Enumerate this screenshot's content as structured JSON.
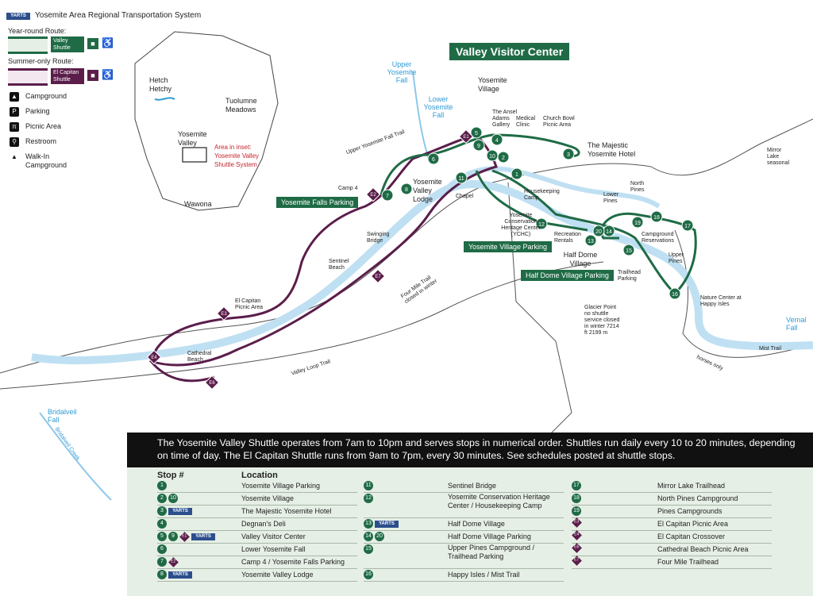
{
  "header": {
    "yarts_logo": "YARTS",
    "title": "Yosemite Area Regional Transportation System"
  },
  "legend": {
    "year_round_label": "Year-round Route:",
    "year_round_line1": "Valley",
    "year_round_line2": "Shuttle",
    "summer_label": "Summer-only Route:",
    "summer_line1": "El Capitan",
    "summer_line2": "Shuttle",
    "items": [
      {
        "icon": "campground-icon",
        "glyph": "▲",
        "label": "Campground"
      },
      {
        "icon": "parking-icon",
        "glyph": "P",
        "label": "Parking"
      },
      {
        "icon": "picnic-area-icon",
        "glyph": "π",
        "label": "Picnic Area"
      },
      {
        "icon": "restroom-icon",
        "glyph": "⚲",
        "label": "Restroom"
      },
      {
        "icon": "walk-in-campground-icon",
        "glyph": "▲",
        "label": "Walk-In Campground"
      }
    ]
  },
  "inset": {
    "hetch_hetchy": "Hetch Hetchy",
    "tuolumne": "Tuolumne Meadows",
    "yosemite_valley": "Yosemite Valley",
    "wawona": "Wawona",
    "note": "Area in inset: Yosemite Valley Shuttle System"
  },
  "map_labels": {
    "valley_visitor_center": "Valley Visitor Center",
    "yosemite_village": "Yosemite Village",
    "upper_yosemite_fall": "Upper Yosemite Fall",
    "lower_yosemite_fall": "Lower Yosemite Fall",
    "ansel_adams_gallery": "The Ansel Adams Gallery",
    "medical_clinic": "Medical Clinic",
    "church_bowl": "Church Bowl Picnic Area",
    "majestic_hotel": "The Majestic Yosemite Hotel",
    "mirror_lake": "Mirror Lake seasonal",
    "upper_fall_trail": "Upper Yosemite Fall Trail",
    "camp4": "Camp 4",
    "yosemite_valley_lodge": "Yosemite Valley Lodge",
    "yosemite_falls_parking": "Yosemite Falls Parking",
    "chapel": "Chapel",
    "housekeeping_camp": "Housekeeping Camp",
    "ychc": "Yosemite Conservation Heritage Center (YCHC)",
    "north_pines": "North Pines",
    "lower_pines": "Lower Pines",
    "campground_reservations": "Campground Reservations",
    "recreation_rentals": "Recreation Rentals",
    "half_dome_village": "Half Dome Village",
    "upper_pines": "Upper Pines",
    "trailhead_parking": "Trailhead Parking",
    "yosemite_village_parking": "Yosemite Village Parking",
    "half_dome_village_parking": "Half Dome Village Parking",
    "swinging_bridge": "Swinging Bridge",
    "sentinel_beach": "Sentinel Beach",
    "four_mile_trail": "Four Mile Trail closed in winter",
    "el_capitan_picnic": "El Capitan Picnic Area",
    "cathedral_beach": "Cathedral Beach",
    "valley_loop_trail": "Valley Loop Trail",
    "glacier_point": "Glacier Point no shuttle service closed in winter 7214 ft 2199 m",
    "nature_center": "Nature Center at Happy Isles",
    "vernal_fall": "Vernal Fall",
    "mist_trail": "Mist Trail",
    "horses_only": "horses only",
    "bridalveil_fall": "Bridalveil Fall",
    "bridalveil_creek": "Bridalveil Creek"
  },
  "banner": "The Yosemite Valley Shuttle operates from 7am to 10pm and serves stops in numerical order. Shuttles run daily every 10 to 20 minutes, depending on time of day. The El Capitan Shuttle runs from 9am to 7pm, every 30 minutes. See schedules posted at shuttle stops.",
  "table": {
    "col_stop": "Stop #",
    "col_location": "Location",
    "rows_col1": [
      {
        "stops": [
          "1"
        ],
        "location": "Yosemite Village Parking"
      },
      {
        "stops": [
          "2",
          "10"
        ],
        "location": "Yosemite Village"
      },
      {
        "stops": [
          "3",
          "YARTS"
        ],
        "location": "The Majestic Yosemite Hotel"
      },
      {
        "stops": [
          "4"
        ],
        "location": "Degnan's Deli"
      },
      {
        "stops": [
          "5",
          "9",
          "E1",
          "YARTS"
        ],
        "location": "Valley Visitor Center"
      },
      {
        "stops": [
          "6"
        ],
        "location": "Lower Yosemite Fall"
      },
      {
        "stops": [
          "7",
          "E2"
        ],
        "location": "Camp 4 / Yosemite Falls Parking"
      },
      {
        "stops": [
          "8",
          "YARTS"
        ],
        "location": "Yosemite Valley Lodge"
      }
    ],
    "rows_col2": [
      {
        "stops": [
          "11"
        ],
        "location": "Sentinel Bridge"
      },
      {
        "stops": [
          "12"
        ],
        "location": "Yosemite Conservation Heritage Center / Housekeeping Camp"
      },
      {
        "stops": [
          "13",
          "YARTS"
        ],
        "location": "Half Dome Village"
      },
      {
        "stops": [
          "14",
          "20"
        ],
        "location": "Half Dome Village Parking"
      },
      {
        "stops": [
          "15"
        ],
        "location": "Upper Pines Campground / Trailhead Parking"
      },
      {
        "stops": [
          "16"
        ],
        "location": "Happy Isles / Mist Trail"
      }
    ],
    "rows_col3": [
      {
        "stops": [
          "17"
        ],
        "location": "Mirror Lake Trailhead"
      },
      {
        "stops": [
          "18"
        ],
        "location": "North Pines Campground"
      },
      {
        "stops": [
          "19"
        ],
        "location": "Pines Campgrounds"
      },
      {
        "stops": [
          "E3"
        ],
        "location": "El Capitan Picnic Area"
      },
      {
        "stops": [
          "E4"
        ],
        "location": "El Capitan Crossover"
      },
      {
        "stops": [
          "E6"
        ],
        "location": "Cathedral Beach Picnic Area"
      },
      {
        "stops": [
          "E7"
        ],
        "location": "Four Mile Trailhead"
      }
    ]
  },
  "map_stops": [
    "1",
    "2",
    "3",
    "4",
    "5",
    "6",
    "7",
    "8",
    "9",
    "10",
    "11",
    "12",
    "13",
    "14",
    "15",
    "16",
    "17",
    "18",
    "19",
    "20"
  ],
  "map_el_stops": [
    "E1",
    "E2",
    "E3",
    "E4",
    "E6",
    "E7"
  ],
  "colors": {
    "valley_shuttle": "#1f6b46",
    "el_capitan_shuttle": "#5b1d4a",
    "river": "#bfe0f2",
    "yarts": "#2b4e8c"
  }
}
